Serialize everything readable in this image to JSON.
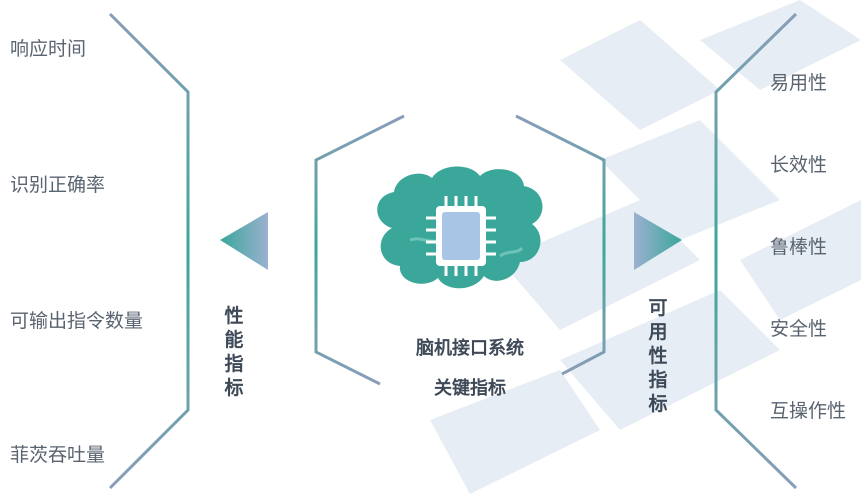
{
  "left_metrics": [
    "响应时间",
    "识别正确率",
    "可输出指令数量",
    "菲茨吞吐量"
  ],
  "left_label": "性能指标",
  "right_metrics": [
    "易用性",
    "长效性",
    "鲁棒性",
    "安全性",
    "互操作性"
  ],
  "right_label": "可用性指标",
  "center": {
    "line1": "脑机接口系统",
    "line2": "关键指标"
  },
  "icon": "brain-chip-icon",
  "colors": {
    "teal": "#3aa79a",
    "slate": "#8a9db8",
    "chip": "#a9c5e6",
    "watermark": "#dde6f0"
  }
}
